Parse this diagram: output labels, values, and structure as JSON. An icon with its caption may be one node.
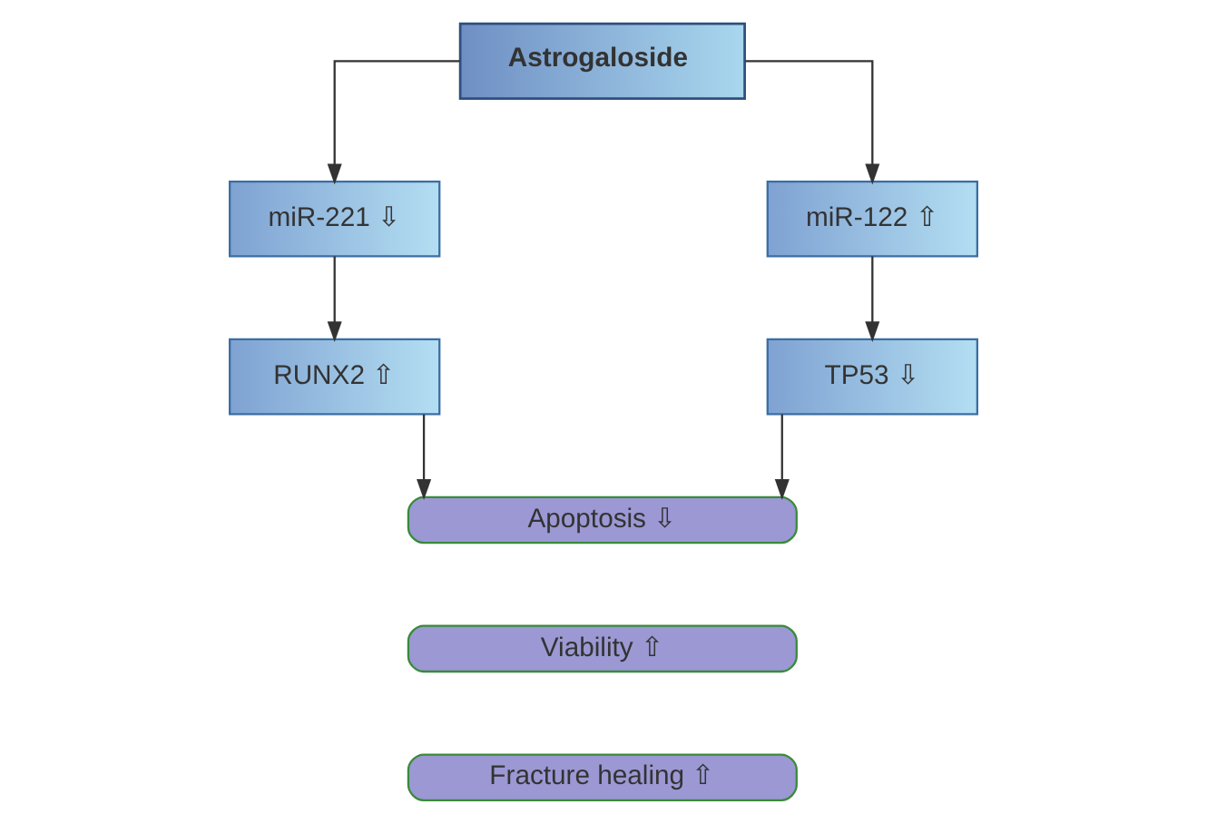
{
  "diagram": {
    "nodes": [
      {
        "text": [
          "Astrogaloside"
        ]
      },
      {
        "text": [
          "miR-221 ⇩"
        ]
      },
      {
        "text": [
          "miR-122 ⇧"
        ]
      },
      {
        "text": [
          "RUNX2 ⇧"
        ]
      },
      {
        "text": [
          "TP53 ⇩"
        ]
      },
      {
        "text": [
          "Apoptosis ⇩"
        ]
      },
      {
        "text": [
          "Viability ⇧"
        ]
      },
      {
        "text": [
          "Fracture healing ⇧"
        ]
      }
    ],
    "edges": [
      {
        "from": 0,
        "to": 1,
        "arrow": "to"
      },
      {
        "from": 0,
        "to": 2,
        "arrow": "to"
      },
      {
        "from": 1,
        "to": 3,
        "arrow": "to"
      },
      {
        "from": 2,
        "to": 4,
        "arrow": "to"
      },
      {
        "from": 3,
        "to": 5,
        "arrow": "to"
      },
      {
        "from": 4,
        "to": 5,
        "arrow": "to"
      }
    ]
  }
}
